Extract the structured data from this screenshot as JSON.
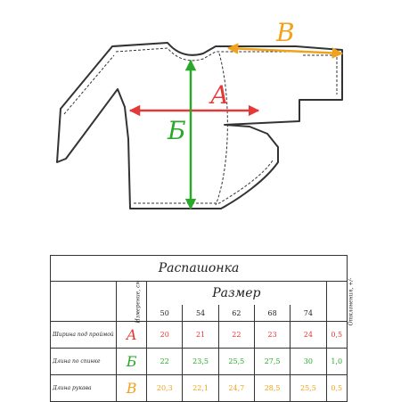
{
  "diagram": {
    "labels": {
      "A": "А",
      "B": "Б",
      "V": "В"
    },
    "colors": {
      "A": "#e23a3a",
      "B": "#29a829",
      "V": "#f1a21c",
      "outline": "#333333"
    }
  },
  "table": {
    "title": "Распашонка",
    "size_header": "Размер",
    "measure_header": "Измерение, см",
    "tolerance_header": "Отклонения, +/-",
    "sizes": [
      "50",
      "54",
      "62",
      "68",
      "74"
    ],
    "rows": [
      {
        "label": "Ширина под проймой",
        "mark": "А",
        "values": [
          "20",
          "21",
          "22",
          "23",
          "24"
        ],
        "tolerance": "0,5"
      },
      {
        "label": "Длина по спинке",
        "mark": "Б",
        "values": [
          "22",
          "23,5",
          "25,5",
          "27,5",
          "30"
        ],
        "tolerance": "1,0"
      },
      {
        "label": "Длина рукава",
        "mark": "В",
        "values": [
          "20,3",
          "22,1",
          "24,7",
          "28,5",
          "25,5"
        ],
        "tolerance": "0,5"
      }
    ]
  }
}
